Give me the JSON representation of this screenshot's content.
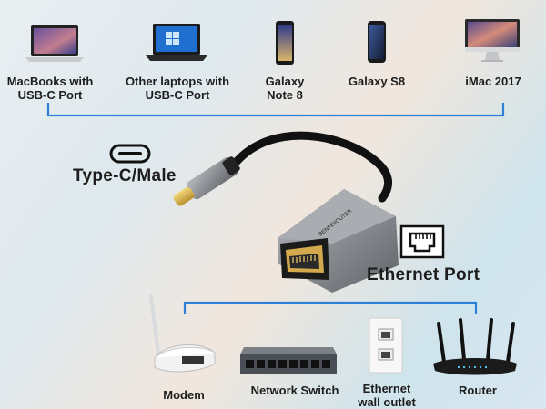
{
  "top_devices": [
    {
      "label": "MacBooks with\nUSB-C Port",
      "icon": "macbook-icon"
    },
    {
      "label": "Other laptops with\nUSB-C Port",
      "icon": "laptop-icon"
    },
    {
      "label": "Galaxy\nNote 8",
      "icon": "galaxy-note-8-icon"
    },
    {
      "label": "Galaxy S8",
      "icon": "galaxy-s8-icon"
    },
    {
      "label": "iMac 2017",
      "icon": "imac-icon"
    }
  ],
  "connector_label": "Type-C/Male",
  "port_label": "Ethernet Port",
  "bottom_devices": [
    {
      "label": "Modem",
      "icon": "modem-icon"
    },
    {
      "label": "Network Switch",
      "icon": "network-switch-icon"
    },
    {
      "label": "Ethernet\nwall outlet",
      "icon": "wall-outlet-icon"
    },
    {
      "label": "Router",
      "icon": "router-icon"
    }
  ],
  "brand_text": "BENFEI/OUTER",
  "colors": {
    "bracket": "#2e7fd6",
    "text": "#1d1d1d",
    "adapter": "#8c8f94"
  }
}
